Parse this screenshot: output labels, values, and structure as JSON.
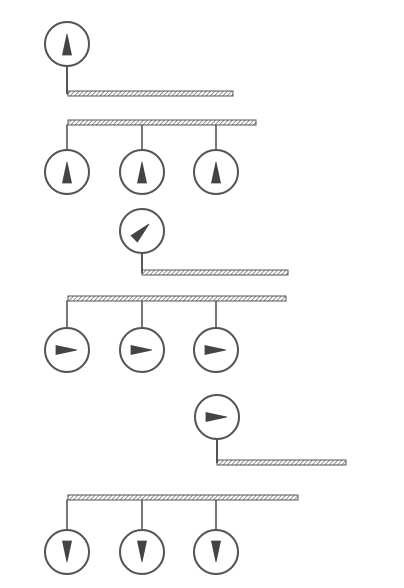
{
  "colors": {
    "stroke": "#555555",
    "fill": "#ffffff",
    "pointer": "#444444",
    "hatch": "#666666"
  },
  "units": [
    {
      "kind": "single-to-bar",
      "gauges": [
        {
          "direction": "up"
        }
      ]
    },
    {
      "kind": "bar-to-three",
      "gauges": [
        {
          "direction": "up"
        },
        {
          "direction": "up"
        },
        {
          "direction": "up"
        }
      ]
    },
    {
      "kind": "single-to-bar",
      "gauges": [
        {
          "direction": "up-right"
        }
      ]
    },
    {
      "kind": "bar-to-three",
      "gauges": [
        {
          "direction": "right"
        },
        {
          "direction": "right"
        },
        {
          "direction": "right"
        }
      ]
    },
    {
      "kind": "single-to-bar",
      "gauges": [
        {
          "direction": "right"
        }
      ]
    },
    {
      "kind": "bar-to-three",
      "gauges": [
        {
          "direction": "down"
        },
        {
          "direction": "down"
        },
        {
          "direction": "down"
        }
      ]
    }
  ]
}
